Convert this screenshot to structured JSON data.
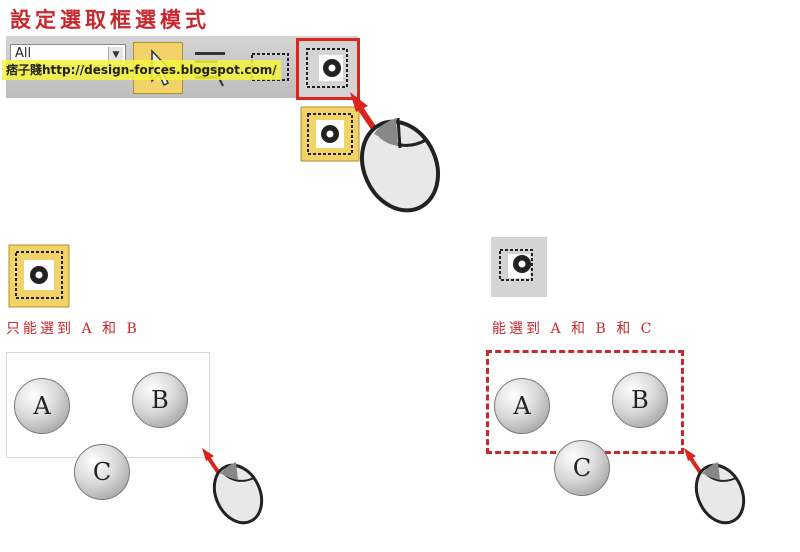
{
  "title": "設定選取框選模式",
  "toolbar": {
    "dropdown_value": "All",
    "watermark": "痞子賤http://design-forces.blogspot.com/"
  },
  "panels": {
    "left_label": "只能選到 A 和 B",
    "right_label": "能選到 A 和 B 和 C"
  },
  "objects": {
    "a": "A",
    "b": "B",
    "c": "C"
  },
  "colors": {
    "accent_red": "#c8282d",
    "highlight": "#d9251d",
    "tool_active": "#f1d36a"
  }
}
